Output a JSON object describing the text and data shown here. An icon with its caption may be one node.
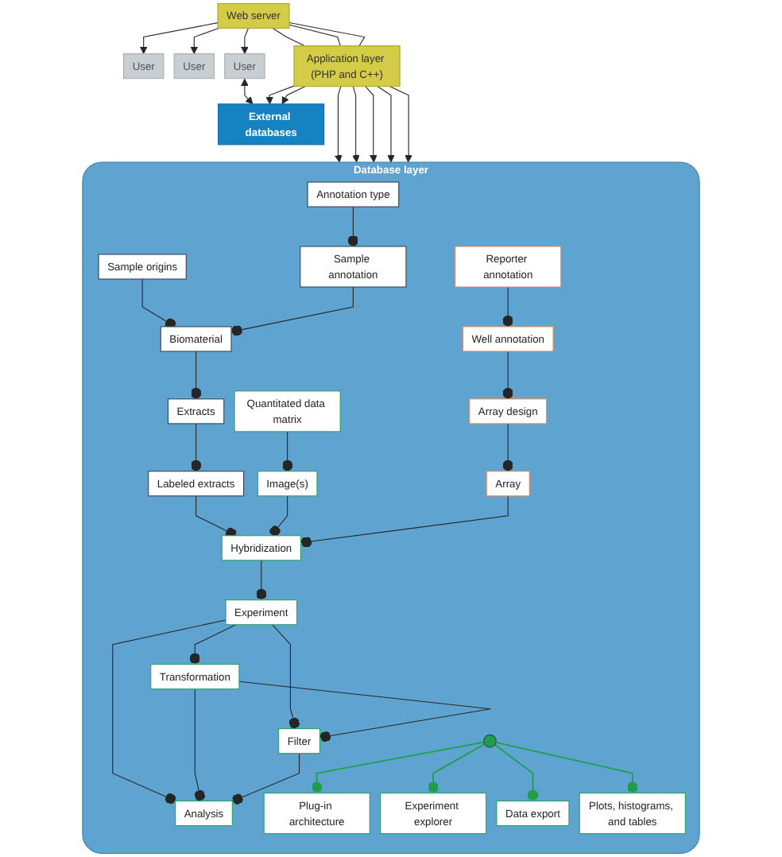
{
  "diagram": {
    "nodes": [
      {
        "text": [
          "User"
        ]
      },
      {
        "text": [
          "User"
        ]
      },
      {
        "text": [
          "User"
        ]
      },
      {
        "text": [
          "External databases"
        ]
      },
      {
        "text": [
          "Web server"
        ]
      },
      {
        "text": [
          "Application layer (PHP and C++)"
        ]
      },
      {
        "text": [
          "Database layer"
        ]
      },
      {
        "text": [
          "Sample origins"
        ],
        "in": 6
      },
      {
        "text": [
          "Sample annotation"
        ],
        "in": 6
      },
      {
        "text": [
          "Annotation type"
        ],
        "in": 6
      },
      {
        "text": [
          "Biomaterial"
        ],
        "in": 6
      },
      {
        "text": [
          "Reporter annotation"
        ],
        "in": 6
      },
      {
        "text": [
          "Quantitated data matrix"
        ],
        "in": 6
      },
      {
        "text": [
          "Extracts"
        ],
        "in": 6
      },
      {
        "text": [
          "Well annotation"
        ],
        "in": 6
      },
      {
        "text": [
          "Image(s)"
        ],
        "in": 6
      },
      {
        "text": [
          "Labeled extracts"
        ],
        "in": 6
      },
      {
        "text": [
          "Array design"
        ],
        "in": 6
      },
      {
        "text": [
          "Hybridization"
        ],
        "in": 6
      },
      {
        "text": [
          "Array"
        ],
        "in": 6
      },
      {
        "text": [
          "Plug-in architecture"
        ],
        "in": 6
      },
      {
        "text": [
          "Experiment"
        ],
        "in": 6
      },
      {
        "text": [
          "Experiment explorer"
        ],
        "in": 6
      },
      {
        "text": [],
        "shape": "circle",
        "in": 6
      },
      {
        "text": [
          "Transformation"
        ],
        "in": 6
      },
      {
        "text": [
          "Filter"
        ],
        "in": 6
      },
      {
        "text": [
          "Data export"
        ],
        "in": 6
      },
      {
        "text": [
          "Analysis"
        ],
        "in": 6
      },
      {
        "text": [
          "Plots, histograms, and tables"
        ],
        "in": 6
      }
    ],
    "edges": [
      {
        "from": 2,
        "to": 3,
        "arrow": "both"
      },
      {
        "from": 4,
        "to": 0,
        "arrow": "to"
      },
      {
        "from": 4,
        "to": 1,
        "arrow": "to"
      },
      {
        "from": 4,
        "to": 2,
        "arrow": "to"
      },
      {
        "from": 5,
        "to": 3,
        "arrow": "to"
      },
      {
        "from": 5,
        "to": 3,
        "arrow": "to"
      },
      {
        "from": 4,
        "to": 5,
        "arrow": "none"
      },
      {
        "from": 4,
        "to": 5,
        "arrow": "none"
      },
      {
        "from": 4,
        "to": 5,
        "arrow": "none"
      },
      {
        "from": 5,
        "to": 6,
        "arrow": "to"
      },
      {
        "from": 5,
        "to": 6,
        "arrow": "to"
      },
      {
        "from": 5,
        "to": 6,
        "arrow": "to"
      },
      {
        "from": 5,
        "to": 6,
        "arrow": "to"
      },
      {
        "from": 5,
        "to": 6,
        "arrow": "to"
      },
      {
        "from": 9,
        "to": 8,
        "arrow": "other"
      },
      {
        "from": 7,
        "to": 10,
        "arrow": "other"
      },
      {
        "from": 8,
        "to": 10,
        "arrow": "other"
      },
      {
        "from": 10,
        "to": 13,
        "arrow": "other"
      },
      {
        "from": 11,
        "to": 14,
        "arrow": "other"
      },
      {
        "from": 12,
        "to": 15,
        "arrow": "other"
      },
      {
        "from": 13,
        "to": 16,
        "arrow": "other"
      },
      {
        "from": 14,
        "to": 17,
        "arrow": "other"
      },
      {
        "from": 16,
        "to": 18,
        "arrow": "other"
      },
      {
        "from": 15,
        "to": 18,
        "arrow": "other"
      },
      {
        "from": 17,
        "to": 19,
        "arrow": "other"
      },
      {
        "from": 19,
        "to": 18,
        "arrow": "other"
      },
      {
        "from": 18,
        "to": 21,
        "arrow": "other"
      },
      {
        "from": 21,
        "to": 24,
        "arrow": "other"
      },
      {
        "from": 21,
        "to": 25,
        "arrow": "other"
      },
      {
        "from": 21,
        "to": 27,
        "arrow": "other"
      },
      {
        "from": 24,
        "to": 25,
        "arrow": "other"
      },
      {
        "from": 24,
        "to": 27,
        "arrow": "other"
      },
      {
        "from": 25,
        "to": 27,
        "arrow": "other"
      },
      {
        "from": 23,
        "to": 20,
        "arrow": "other",
        "color": "#1f9e4a"
      },
      {
        "from": 23,
        "to": 22,
        "arrow": "other",
        "color": "#1f9e4a"
      },
      {
        "from": 23,
        "to": 26,
        "arrow": "other",
        "color": "#1f9e4a"
      },
      {
        "from": 23,
        "to": 28,
        "arrow": "other",
        "color": "#1f9e4a"
      }
    ]
  }
}
